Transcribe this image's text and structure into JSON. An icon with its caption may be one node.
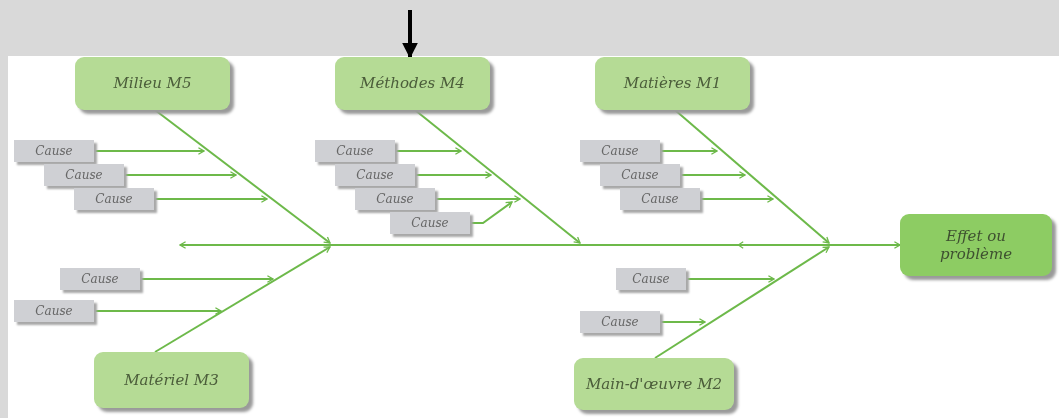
{
  "diagram": {
    "nodes": [
      {
        "text": [
          "Milieu M5"
        ]
      },
      {
        "text": [
          "Méthodes M4"
        ]
      },
      {
        "text": [
          "Matières M1"
        ]
      },
      {
        "text": [
          "Effet ou problème"
        ]
      },
      {
        "text": [
          "Matériel M3"
        ]
      },
      {
        "text": [
          "Main-d'œuvre M2"
        ]
      },
      {
        "text": [
          "Cause"
        ]
      },
      {
        "text": [
          "Cause"
        ]
      },
      {
        "text": [
          "Cause"
        ]
      },
      {
        "text": [
          "Cause"
        ]
      },
      {
        "text": [
          "Cause"
        ]
      },
      {
        "text": [
          "Cause"
        ]
      },
      {
        "text": [
          "Cause"
        ]
      },
      {
        "text": [
          "Cause"
        ]
      },
      {
        "text": [
          "Cause"
        ]
      },
      {
        "text": [
          "Cause"
        ]
      },
      {
        "text": [
          "Cause"
        ]
      },
      {
        "text": [
          "Cause"
        ]
      },
      {
        "text": [
          "Cause"
        ]
      },
      {
        "text": [
          "Cause"
        ]
      }
    ],
    "edges": [
      {
        "from": null,
        "to": 1,
        "arrow": "to",
        "style": "thick",
        "color": "#000000"
      },
      {
        "from": 0,
        "to": null,
        "arrow": "to"
      },
      {
        "from": 1,
        "to": null,
        "arrow": "to"
      },
      {
        "from": 2,
        "to": null,
        "arrow": "to"
      },
      {
        "from": 4,
        "to": null,
        "arrow": "to"
      },
      {
        "from": 5,
        "to": null,
        "arrow": "to"
      },
      {
        "from": null,
        "to": 3,
        "arrow": "both"
      },
      {
        "from": 6,
        "to": null,
        "arrow": "to"
      },
      {
        "from": 7,
        "to": null,
        "arrow": "to"
      },
      {
        "from": 8,
        "to": null,
        "arrow": "to"
      },
      {
        "from": 9,
        "to": null,
        "arrow": "to"
      },
      {
        "from": 10,
        "to": null,
        "arrow": "to"
      },
      {
        "from": 11,
        "to": null,
        "arrow": "to"
      },
      {
        "from": 12,
        "to": null,
        "arrow": "to"
      },
      {
        "from": 13,
        "to": null,
        "arrow": "to"
      },
      {
        "from": 14,
        "to": null,
        "arrow": "to"
      },
      {
        "from": 15,
        "to": null,
        "arrow": "to"
      },
      {
        "from": 16,
        "to": null,
        "arrow": "to"
      },
      {
        "from": 17,
        "to": null,
        "arrow": "to"
      },
      {
        "from": 18,
        "to": null,
        "arrow": "to"
      },
      {
        "from": 19,
        "to": null,
        "arrow": "to"
      }
    ]
  }
}
